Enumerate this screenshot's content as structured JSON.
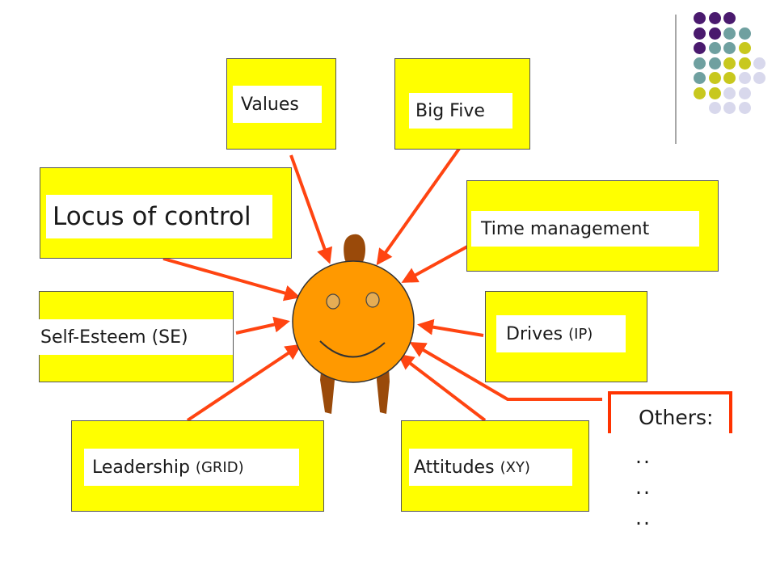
{
  "diagram": {
    "nodes": {
      "values": {
        "label": "Values"
      },
      "big_five": {
        "label": "Big Five"
      },
      "locus": {
        "label": "Locus of control"
      },
      "time_mgmt": {
        "label": "Time management"
      },
      "self_esteem": {
        "label": "Self-Esteem (SE)"
      },
      "drives": {
        "label": "Drives",
        "suffix": "(IP)"
      },
      "leadership": {
        "label": "Leadership",
        "suffix": "(GRID)"
      },
      "attitudes": {
        "label": "Attitudes",
        "suffix": "(XY)"
      },
      "others": {
        "label": "Others:",
        "lines": [
          "..",
          "..",
          ".."
        ]
      }
    }
  },
  "colors": {
    "box_fill": "#ffff00",
    "arrow": "#ff4411",
    "face": "#ff9900",
    "figure": "#9a4a0a",
    "dot_palette": [
      "#4a1a6e",
      "#6fa0a0",
      "#c8c81e",
      "#d8d8ec"
    ]
  }
}
